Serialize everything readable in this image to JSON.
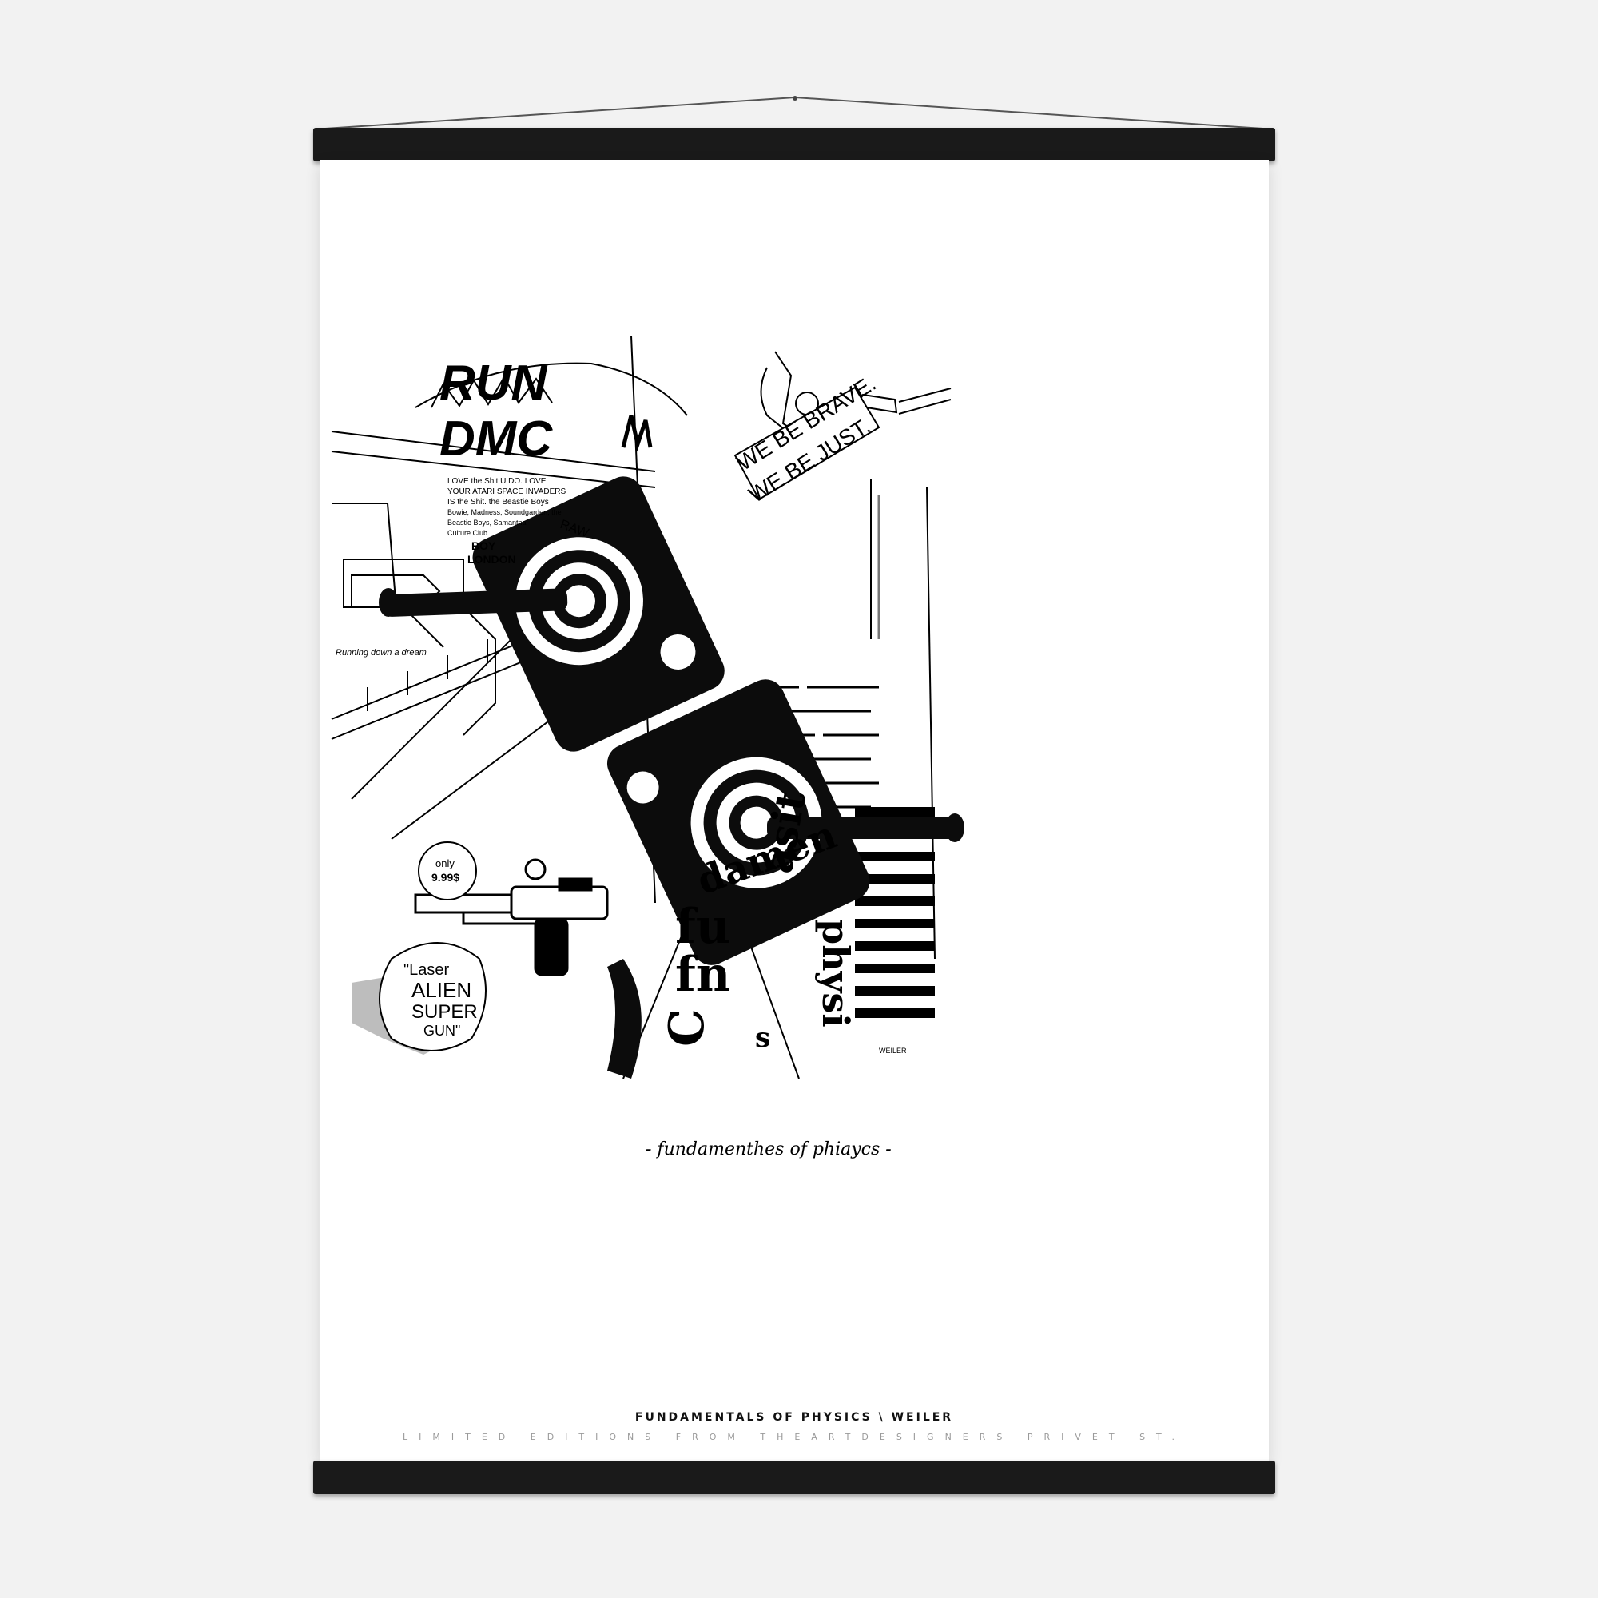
{
  "poster": {
    "art_texts": {
      "run": "RUN",
      "dmc": "DMC",
      "we_be_brave": "WE BE BRAVE.",
      "we_be_just": "WE BE JUST.",
      "note_1": "LOVE the Shit U DO. LOVE",
      "note_2": "YOUR ATARI SPACE INVADERS",
      "note_3": "IS the Shit. the Beastie Boys",
      "note_4": "Bowie, Madness, Soundgarden, the",
      "note_5": "Beastie Boys, Samantha",
      "note_6": "Culture Club",
      "boy": "BOY",
      "london": "LONDON",
      "raw": "RAW",
      "running": "Running down a dream",
      "only": "only",
      "price": "9.99$",
      "laser": "\"Laser",
      "alien": "ALIEN",
      "super": "SUPER",
      "gun": "GUN\"",
      "fundamentals_script": "- fundamenthes of phiaycs -",
      "frag_fu": "fu",
      "frag_fn": "fn",
      "frag_damen": "damen",
      "frag_asit": "asit",
      "frag_c": "C",
      "frag_s": "s",
      "frag_physi": "physi",
      "signature_small": "WEILER"
    },
    "caption": {
      "title": "FUNDAMENTALS OF PHYSICS \\ WEILER",
      "subtitle": "LIMITED EDITIONS FROM THEARTDESIGNERS PRIVET ST."
    }
  }
}
